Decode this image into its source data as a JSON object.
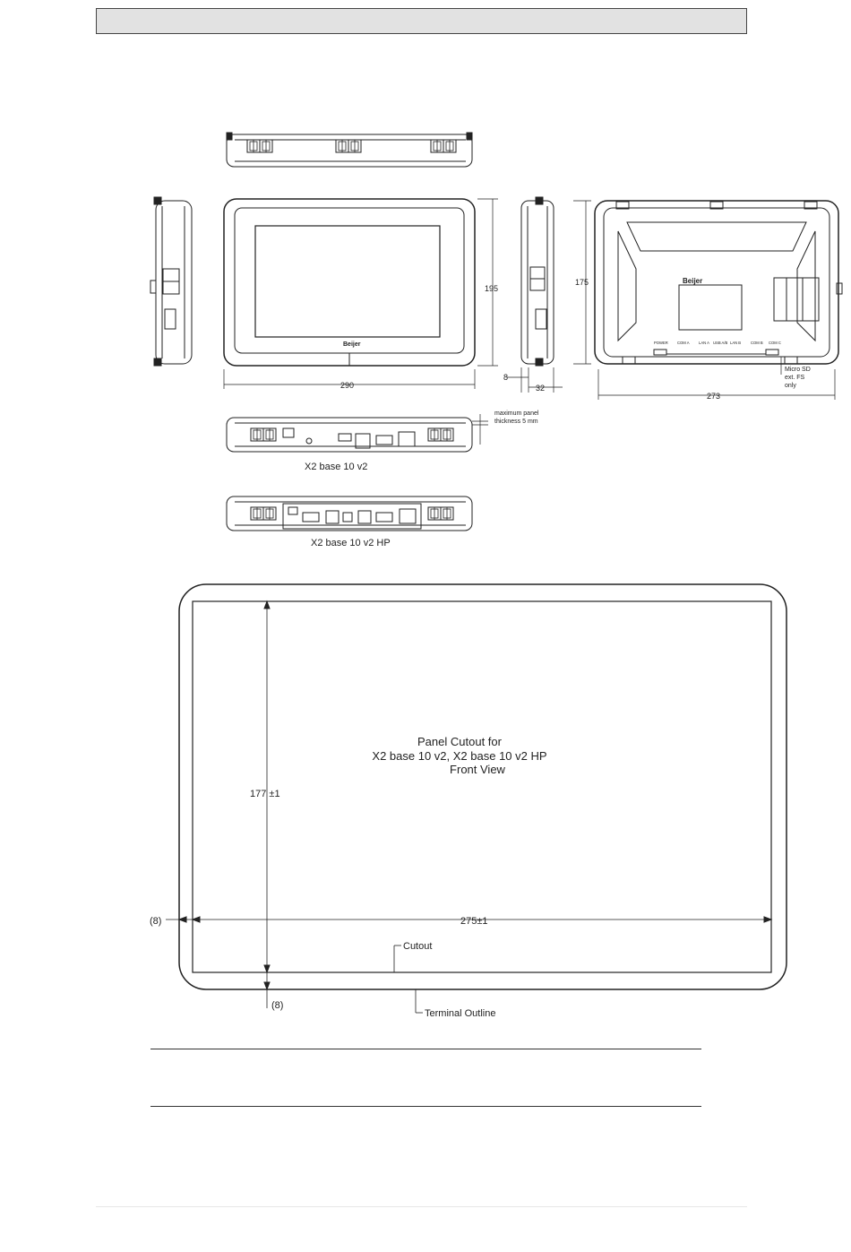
{
  "header": {
    "text": ""
  },
  "drawing": {
    "dimensions": {
      "front_height": "195",
      "front_width": "290",
      "side_depth_bezel": "8",
      "side_depth": "32",
      "back_height": "175",
      "back_width": "273",
      "micro_sd_note": [
        "Micro SD",
        "ext. FS",
        "only"
      ],
      "panel_thickness_note": [
        "maximum panel",
        "thickness 5 mm"
      ]
    },
    "back_panel": {
      "brand": "Beijer",
      "port_labels": [
        "POWER",
        "COM A",
        "LAN A",
        "USB A/B",
        "LAN B",
        "COM B",
        "COM C"
      ]
    },
    "front_brand": "Beijer",
    "variant_labels": [
      "X2 base 10 v2",
      "X2 base 10 v2 HP"
    ],
    "cutout": {
      "title_lines": [
        "Panel Cutout for",
        "X2 base 10 v2, X2 base 10 v2 HP",
        "Front View"
      ],
      "height_label": "177 ±1",
      "width_label": "275±1",
      "left_margin": "(8)",
      "bottom_margin": "(8)",
      "cutout_label": "Cutout",
      "terminal_label": "Terminal Outline"
    }
  }
}
